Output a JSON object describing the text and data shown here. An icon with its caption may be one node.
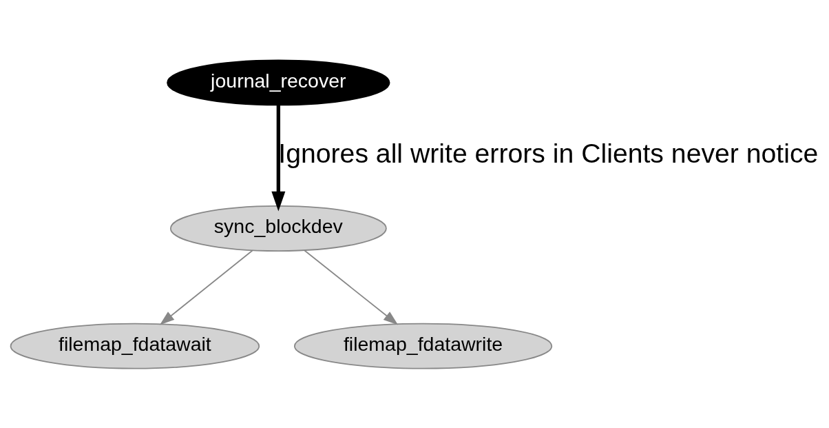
{
  "diagram": {
    "nodes": [
      {
        "text": [
          "journal_recover"
        ]
      },
      {
        "text": [
          "sync_blockdev"
        ]
      },
      {
        "text": [
          "filemap_fdatawait"
        ]
      },
      {
        "text": [
          "filemap_fdatawrite"
        ]
      }
    ],
    "edges": [
      {
        "from": 0,
        "to": 1,
        "arrow": "to",
        "label": "Ignores all write errors in Clients never notice",
        "style": "thick",
        "color": "#000000"
      },
      {
        "from": 1,
        "to": 2,
        "arrow": "to"
      },
      {
        "from": 1,
        "to": 3,
        "arrow": "to"
      }
    ]
  }
}
